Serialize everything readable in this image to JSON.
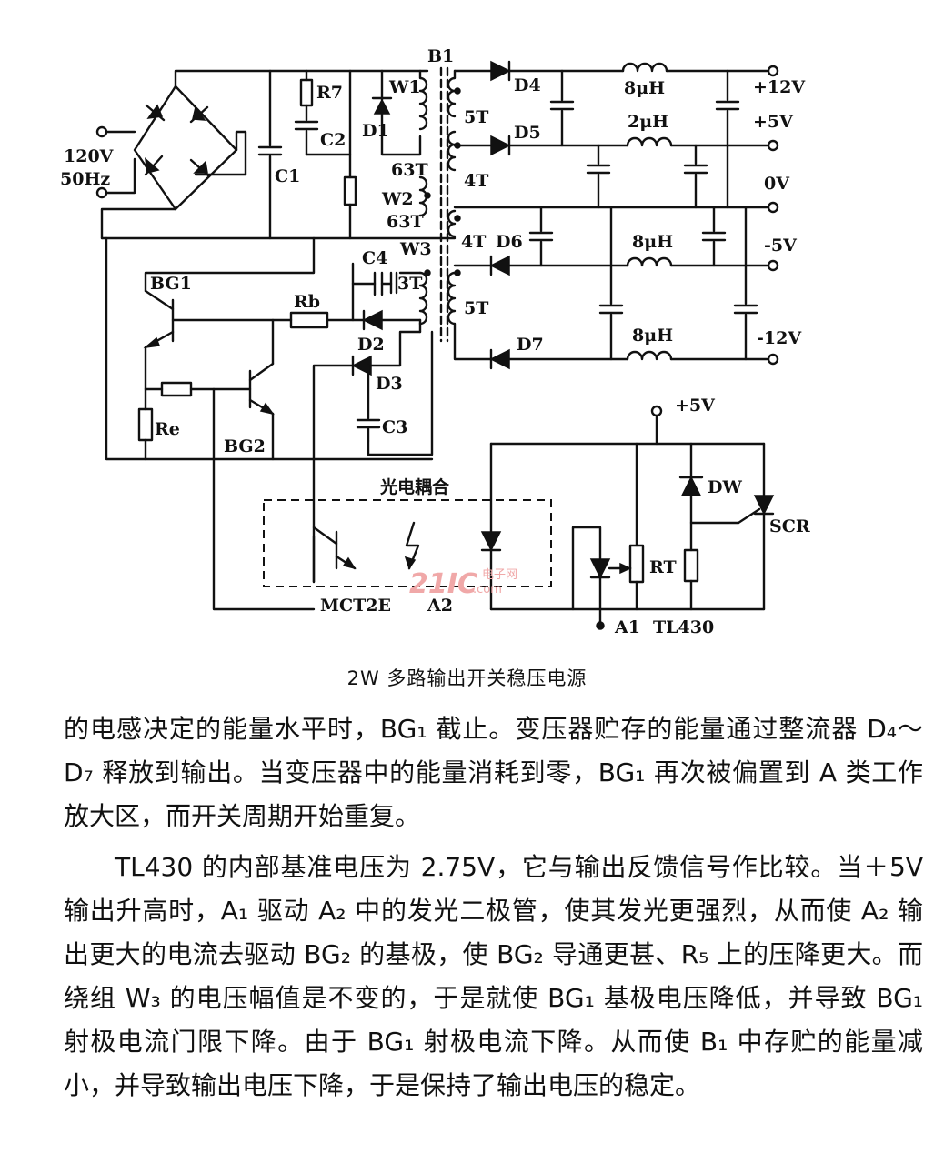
{
  "diagram": {
    "labels": {
      "input_voltage": "120V",
      "input_freq": "50Hz",
      "r7": "R7",
      "c1": "C1",
      "c2": "C2",
      "c4": "C4",
      "c3": "C3",
      "d1": "D1",
      "d2": "D2",
      "d3": "D3",
      "d4": "D4",
      "d5": "D5",
      "d6": "D6",
      "d7": "D7",
      "w1": "W1",
      "w2": "W2",
      "w3": "W3",
      "b1": "B1",
      "t63a": "63T",
      "t63b": "63T",
      "t3": "3T",
      "t5a": "5T",
      "t4a": "4T",
      "t4b": "4T",
      "t5b": "5T",
      "bg1": "BG1",
      "bg2": "BG2",
      "rb": "Rb",
      "re": "Re",
      "l8a": "8μH",
      "l2": "2μH",
      "l8b": "8μH",
      "l8c": "8μH",
      "out_p12": "+12V",
      "out_p5": "+5V",
      "out_0": "0V",
      "out_m5": "-5V",
      "out_m12": "-12V",
      "supply_5v": "+5V",
      "dw": "DW",
      "scr": "SCR",
      "rt": "RT",
      "opto": "光电耦合",
      "mct": "MCT2E",
      "a2": "A2",
      "a1": "A1",
      "tl430": "TL430",
      "watermark": "21IC",
      "watermark_sub": "电子网",
      "watermark_com": ".com"
    }
  },
  "caption": "2W 多路输出开关稳压电源",
  "paragraphs": [
    "的电感决定的能量水平时，BG₁ 截止。变压器贮存的能量通过整流器 D₄～D₇ 释放到输出。当变压器中的能量消耗到零，BG₁ 再次被偏置到 A 类工作放大区，而开关周期开始重复。",
    "TL430 的内部基准电压为 2.75V，它与输出反馈信号作比较。当＋5V 输出升高时，A₁ 驱动 A₂ 中的发光二极管，使其发光更强烈，从而使 A₂ 输出更大的电流去驱动 BG₂ 的基极，使 BG₂ 导通更甚、R₅ 上的压降更大。而绕组 W₃ 的电压幅值是不变的，于是就使 BG₁ 基极电压降低，并导致 BG₁ 射极电流门限下降。由于 BG₁ 射极电流下降。从而使 B₁ 中存贮的能量减小，并导致输出电压下降，于是保持了输出电压的稳定。"
  ]
}
